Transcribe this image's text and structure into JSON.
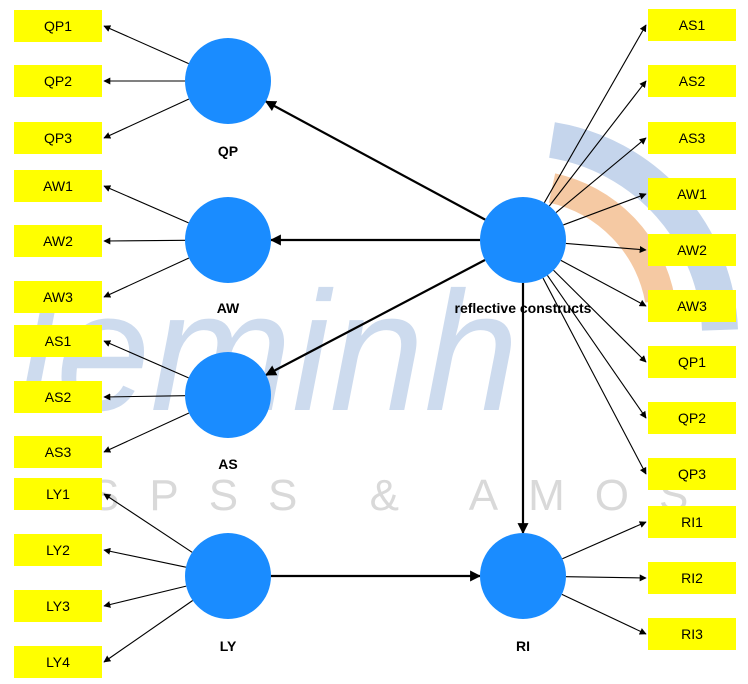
{
  "watermark": {
    "brand": "leminh",
    "subtitle": "SPSS & AMOS"
  },
  "latents": {
    "QP": {
      "label": "QP"
    },
    "AW": {
      "label": "AW"
    },
    "AS": {
      "label": "AS"
    },
    "LY": {
      "label": "LY"
    },
    "RC": {
      "label": "reflective constructs"
    },
    "RI": {
      "label": "RI"
    }
  },
  "indicators": {
    "left_qp": [
      "QP1",
      "QP2",
      "QP3"
    ],
    "left_aw": [
      "AW1",
      "AW2",
      "AW3"
    ],
    "left_as": [
      "AS1",
      "AS2",
      "AS3"
    ],
    "left_ly": [
      "LY1",
      "LY2",
      "LY3",
      "LY4"
    ],
    "right_rc": [
      "AS1",
      "AS2",
      "AS3",
      "AW1",
      "AW2",
      "AW3",
      "QP1",
      "QP2",
      "QP3"
    ],
    "right_ri": [
      "RI1",
      "RI2",
      "RI3"
    ]
  },
  "colors": {
    "indicator_fill": "#ffff00",
    "latent_fill": "#1a8cff",
    "arrow": "#000000",
    "watermark_blue": "#c5d5ec",
    "watermark_gray": "#d9d9d9",
    "watermark_orange": "#f5c9a3"
  }
}
